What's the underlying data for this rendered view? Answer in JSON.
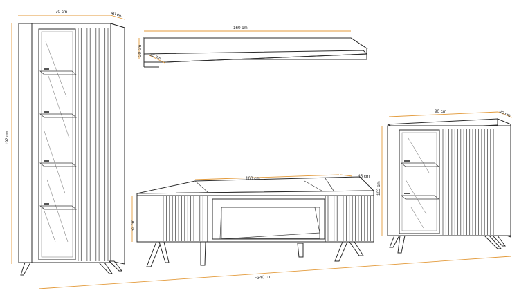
{
  "dimensions": {
    "tall_width": "70 cm",
    "tall_depth": "40 cm",
    "tall_height": "192 cm",
    "shelf_width": "160 cm",
    "shelf_height": "20 cm",
    "shelf_depth": "25 cm",
    "tv_width": "160 cm",
    "tv_depth": "45 cm",
    "tv_height": "52 cm",
    "small_width": "90 cm",
    "small_depth": "40 cm",
    "small_height": "102 cm",
    "total_width": "~340 cm"
  },
  "colors": {
    "dimension_line": "#e39a3a",
    "outline": "#2b2b2b"
  }
}
